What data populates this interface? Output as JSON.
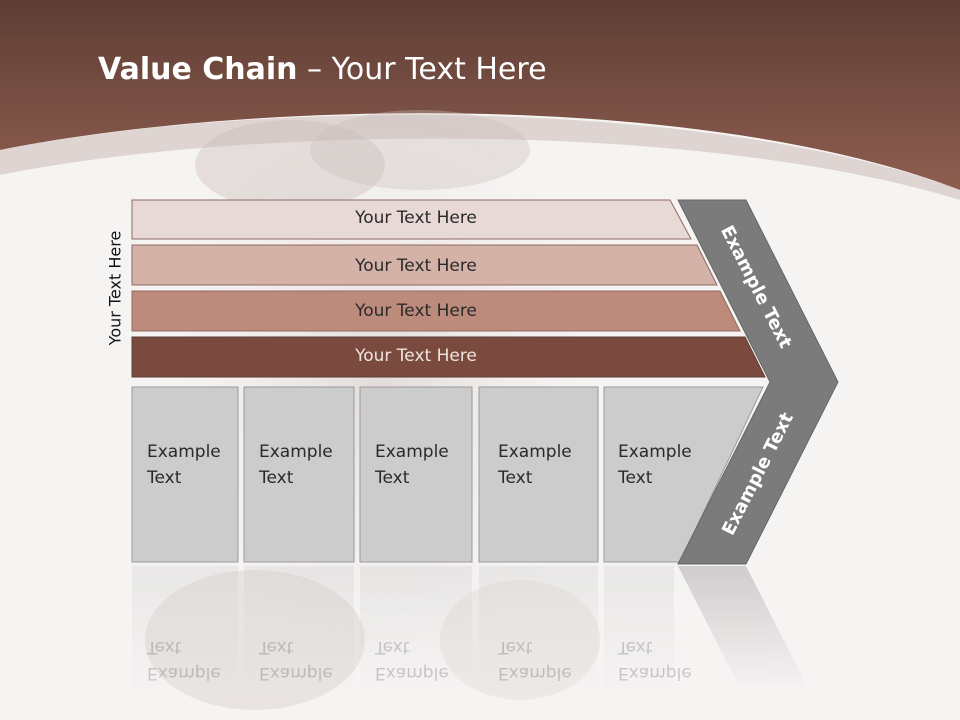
{
  "title": {
    "bold": "Value Chain",
    "rest": " – Your Text Here"
  },
  "side_label": "Your Text Here",
  "bands": [
    "Your Text Here",
    "Your Text Here",
    "Your Text Here",
    "Your Text Here"
  ],
  "boxes": [
    {
      "line1": "Example",
      "line2": "Text"
    },
    {
      "line1": "Example",
      "line2": "Text"
    },
    {
      "line1": "Example",
      "line2": "Text"
    },
    {
      "line1": "Example",
      "line2": "Text"
    },
    {
      "line1": "Example",
      "line2": "Text"
    }
  ],
  "chevron": {
    "upper": "Example Text",
    "lower": "Example Text"
  },
  "colors": {
    "header": "#7a4a3e",
    "band1": "#e8d9d6",
    "band2": "#d4b2a8",
    "band3": "#bd8b7c",
    "band4": "#7a4a3e",
    "box": "#cccccc",
    "chevron": "#7b7b7b"
  }
}
